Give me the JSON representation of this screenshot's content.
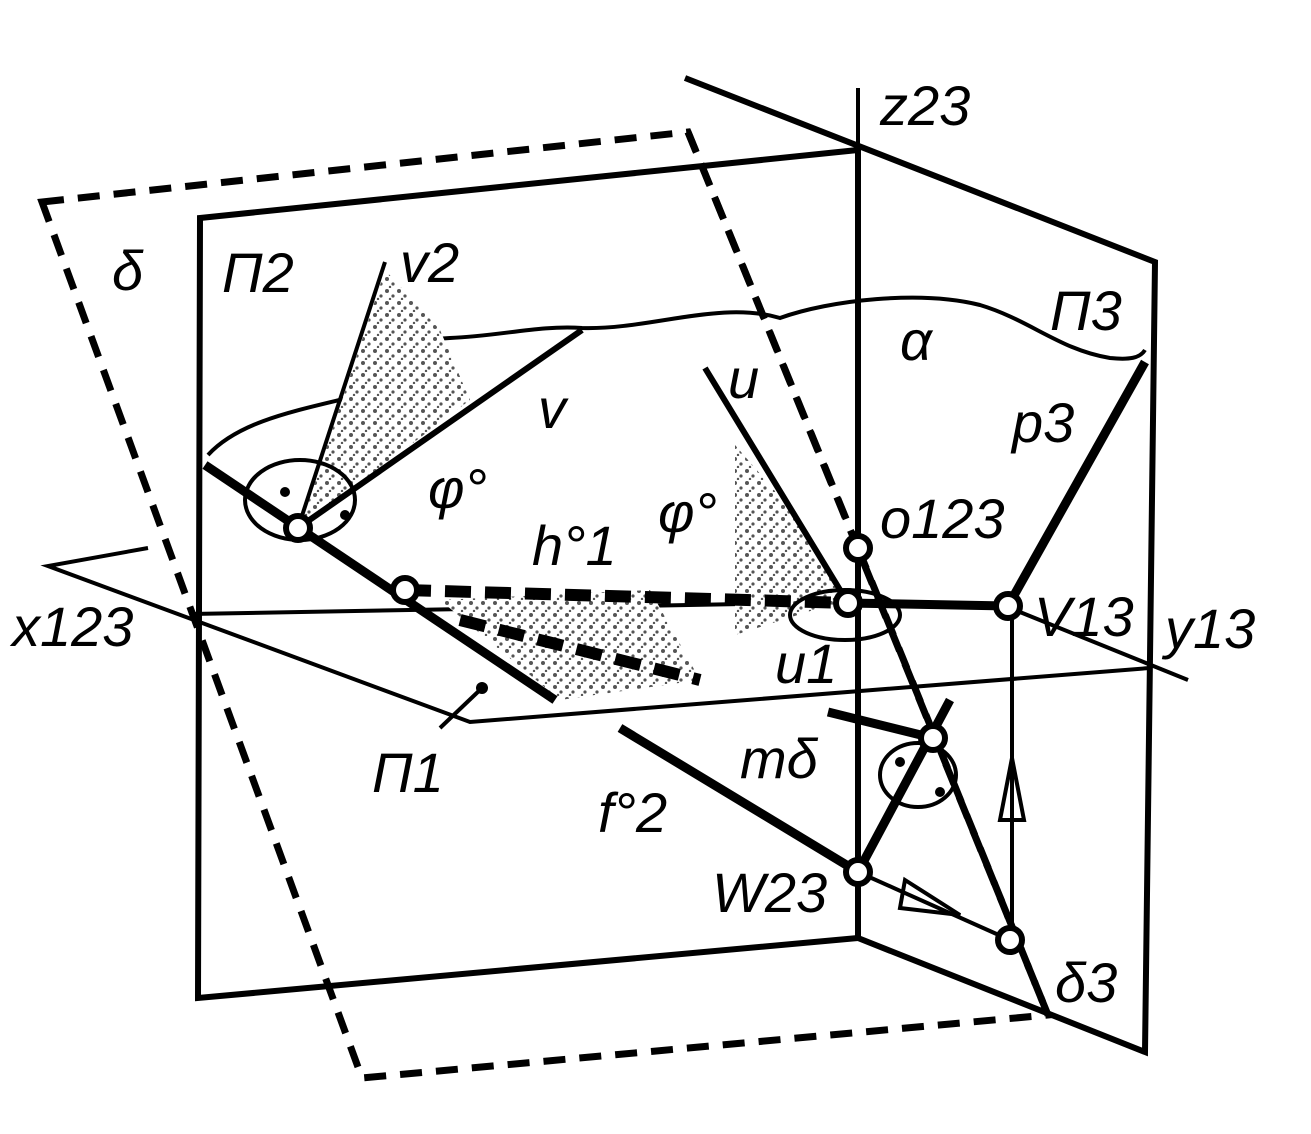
{
  "colors": {
    "ink": "#000000",
    "paper": "#ffffff",
    "stipple": "#555555"
  },
  "labels": {
    "z23": "z23",
    "delta": "δ",
    "pi2": "Π2",
    "v2": "v2",
    "pi3": "Π3",
    "alpha": "α",
    "v": "v",
    "u": "u",
    "p3": "p3",
    "phi_left": "φ°",
    "phi_center": "φ°",
    "h1": "h°1",
    "o123": "o123",
    "x123": "x123",
    "v13": "V13",
    "y13": "y13",
    "u1": "u1",
    "m_delta": "mδ",
    "pi1": "Π1",
    "f2": "f°2",
    "w23": "W23",
    "delta3": "δ3"
  }
}
